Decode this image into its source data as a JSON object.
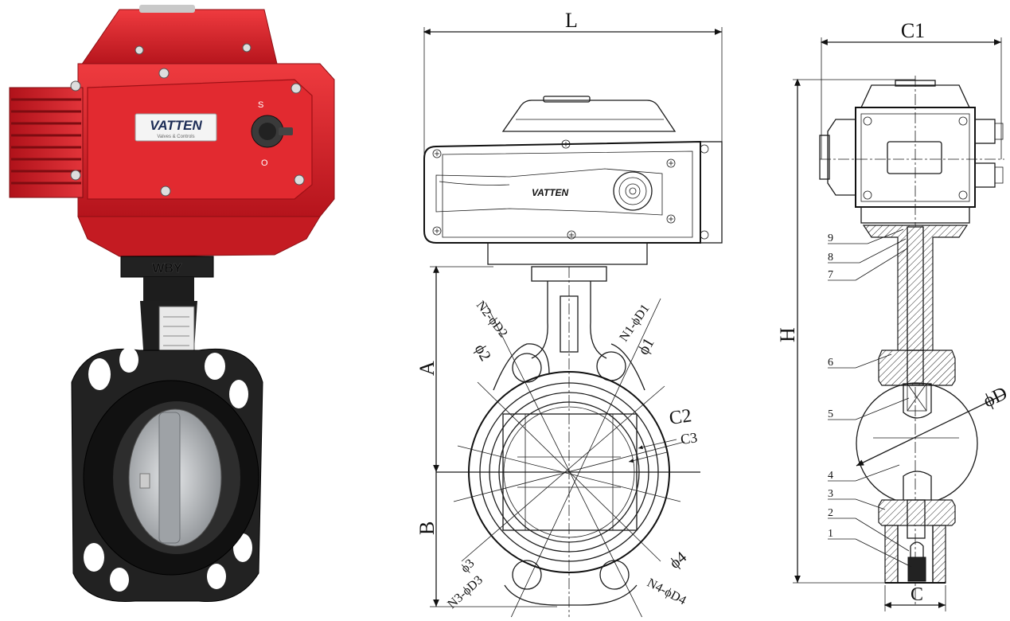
{
  "photo": {
    "brand_plate": "VATTEN",
    "plate_tagline": "Valves & Controls",
    "knob_mark_top": "S",
    "knob_mark_bottom": "O",
    "neck_mark": "WBY",
    "colors": {
      "actuator_red": "#d8202a",
      "body_black": "#1c1c1c",
      "disc_steel": "#b8bcc0"
    }
  },
  "front_view": {
    "brand_plate": "VATTEN",
    "dimensions": {
      "L": "L",
      "A": "A",
      "B": "B",
      "C2": "C2",
      "C3": "C3",
      "phi1": "ϕ1",
      "phi2": "ϕ2",
      "phi3": "ϕ3",
      "phi4": "ϕ4",
      "n1": "N1-ϕD1",
      "n2": "N2-ϕD2",
      "n3": "N3-ϕD3",
      "n4": "N4-ϕD4"
    }
  },
  "side_view": {
    "dimensions": {
      "C1": "C1",
      "H": "H",
      "C": "C",
      "phiD": "ϕD"
    },
    "parts": [
      "9",
      "8",
      "7",
      "6",
      "5",
      "4",
      "3",
      "2",
      "1"
    ]
  }
}
